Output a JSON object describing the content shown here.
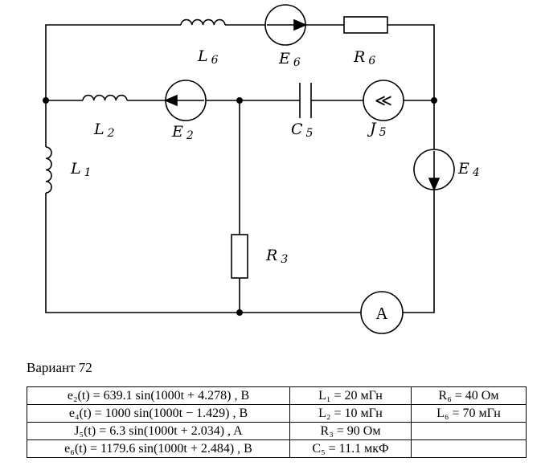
{
  "labels": {
    "L6": {
      "main": "L",
      "sub": "6"
    },
    "E6": {
      "main": "E",
      "sub": "6"
    },
    "R6": {
      "main": "R",
      "sub": "6"
    },
    "L2": {
      "main": "L",
      "sub": "2"
    },
    "E2": {
      "main": "E",
      "sub": "2"
    },
    "C5": {
      "main": "C",
      "sub": "5"
    },
    "J5": {
      "main": "J",
      "sub": "5"
    },
    "L1": {
      "main": "L",
      "sub": "1"
    },
    "E4": {
      "main": "E",
      "sub": "4"
    },
    "R3": {
      "main": "R",
      "sub": "3"
    }
  },
  "ammeter": "A",
  "current_source_symbol": "≪",
  "variant": "Вариант 72",
  "table": [
    [
      "e₂(t) = 639.1 sin(1000t + 4.278) , B",
      "L₁ = 20 мГн",
      "R₆ = 40 Ом"
    ],
    [
      "e₄(t) = 1000 sin(1000t − 1.429) , B",
      "L₂ = 10 мГн",
      "L₆ = 70 мГн"
    ],
    [
      "J₅(t) = 6.3 sin(1000t + 2.034) , A",
      "R₃ = 90 Ом",
      ""
    ],
    [
      "e₆(t) = 1179.6 sin(1000t + 2.484) , B",
      "C₅ = 11.1 мкФ",
      ""
    ]
  ]
}
